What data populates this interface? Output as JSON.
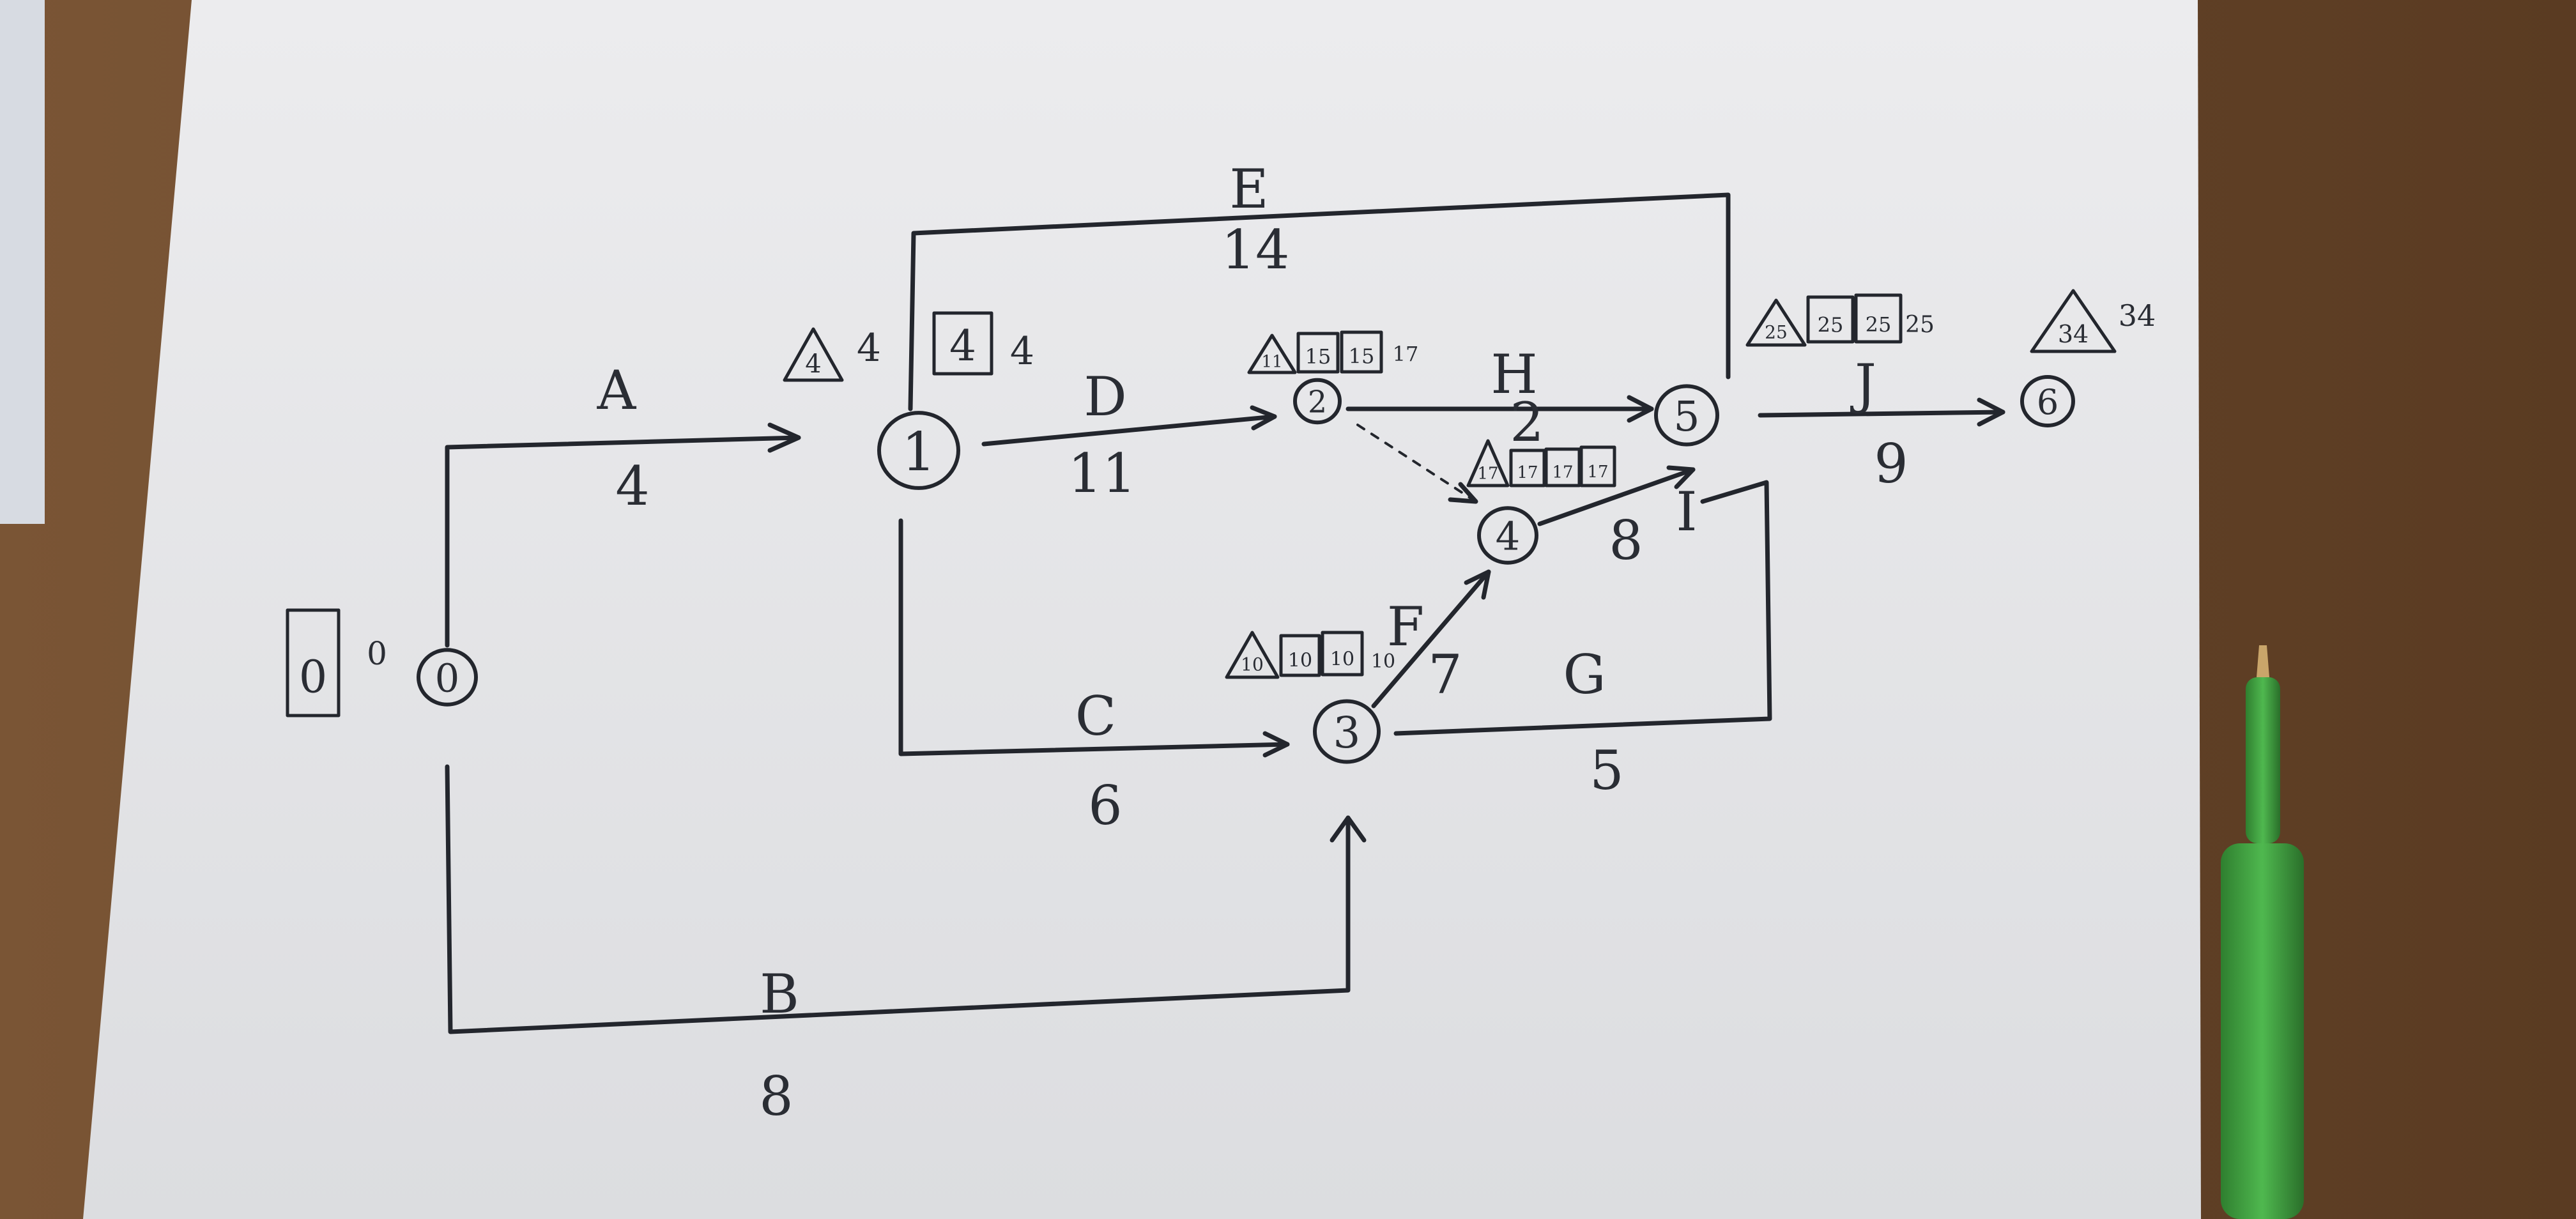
{
  "nodes": [
    {
      "id": "0",
      "label": "0",
      "es": "0",
      "ls": "0"
    },
    {
      "id": "1",
      "label": "1",
      "es": "4",
      "ls": "4",
      "box": "4",
      "tri": "4"
    },
    {
      "id": "2",
      "label": "2",
      "tri": "11",
      "box1": "15",
      "box2": "15",
      "val": "17"
    },
    {
      "id": "3",
      "label": "3",
      "tri": "10",
      "box1": "10",
      "box2": "10",
      "val": "10"
    },
    {
      "id": "4",
      "label": "4",
      "tri": "17",
      "box1": "17",
      "box2": "17",
      "val": "17"
    },
    {
      "id": "5",
      "label": "5",
      "tri": "25",
      "box1": "25",
      "box2": "25",
      "val": "25"
    },
    {
      "id": "6",
      "label": "6",
      "tri": "34",
      "val": "34"
    }
  ],
  "edges": [
    {
      "from": "0",
      "to": "1",
      "name": "A",
      "duration": "4"
    },
    {
      "from": "0",
      "to": "3",
      "name": "B",
      "duration": "8"
    },
    {
      "from": "1",
      "to": "3",
      "name": "C",
      "duration": "6"
    },
    {
      "from": "1",
      "to": "2",
      "name": "D",
      "duration": "11"
    },
    {
      "from": "1",
      "to": "5",
      "name": "E",
      "duration": "14"
    },
    {
      "from": "3",
      "to": "4",
      "name": "F",
      "duration": "7"
    },
    {
      "from": "3",
      "to": "5",
      "name": "G",
      "duration": "5"
    },
    {
      "from": "2",
      "to": "5",
      "name": "H",
      "duration": "2"
    },
    {
      "from": "4",
      "to": "5",
      "name": "I",
      "duration": "8"
    },
    {
      "from": "5",
      "to": "6",
      "name": "J",
      "duration": "9"
    },
    {
      "from": "2",
      "to": "4",
      "name": "",
      "duration": "",
      "dummy": true
    }
  ],
  "colors": {
    "paper": "#e7e7e9",
    "ink": "#23262d",
    "desk": "#6e4a2c",
    "pen": "#3fa33f"
  }
}
